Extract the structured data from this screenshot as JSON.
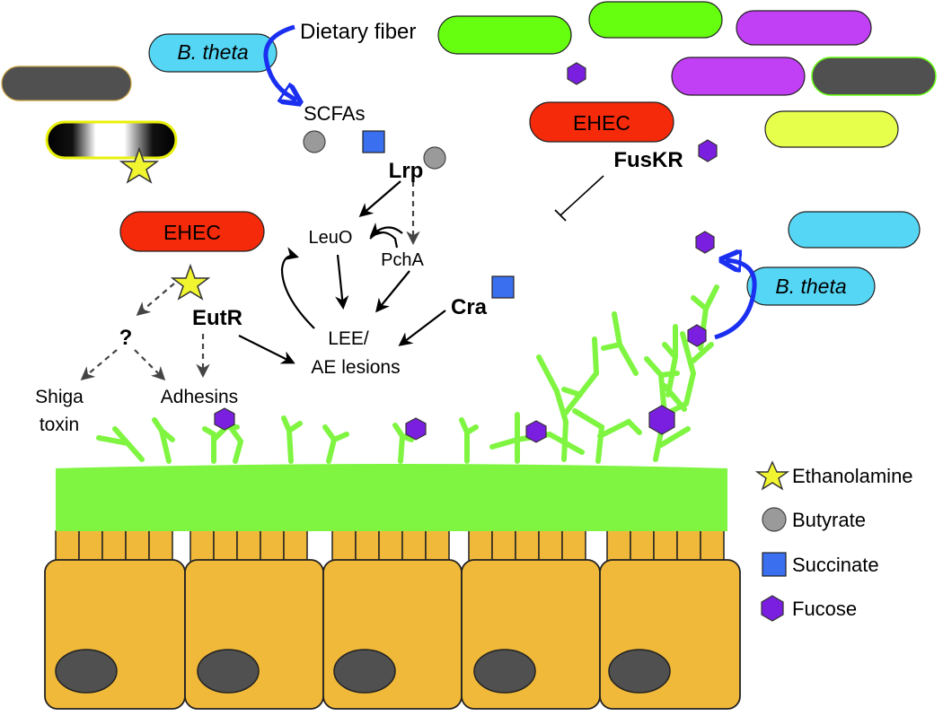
{
  "labels": {
    "dietary_fiber": "Dietary fiber",
    "b_theta_top": "B. theta",
    "scfas": "SCFAs",
    "lrp": "Lrp",
    "leuo": "LeuO",
    "pcha": "PchA",
    "ehec_left": "EHEC",
    "ehec_right": "EHEC",
    "fuskr": "FusKR",
    "b_theta_right": "B. theta",
    "cra": "Cra",
    "lee_line1": "LEE/",
    "lee_line2": "AE lesions",
    "eutr": "EutR",
    "question": "?",
    "shiga_line1": "Shiga",
    "shiga_line2": "toxin",
    "adhesins": "Adhesins"
  },
  "legend": [
    {
      "label": "Ethanolamine",
      "icon": "star-icon",
      "color": "#f0f530"
    },
    {
      "label": "Butyrate",
      "icon": "circle-icon",
      "color": "#9a9a9a"
    },
    {
      "label": "Succinate",
      "icon": "square-icon",
      "color": "#3a6ff0"
    },
    {
      "label": "Fucose",
      "icon": "hexagon-icon",
      "color": "#7a1fe0"
    }
  ],
  "colors": {
    "ehec": "#f52a0a",
    "b_theta": "#55d6f5",
    "mucus": "#7ff541",
    "epithelium": "#f0b93a",
    "nucleus": "#505050",
    "fucose": "#7a1fe0",
    "succinate": "#3a6ff0",
    "butyrate": "#9a9a9a",
    "ethanolamine": "#f0f530",
    "microbe_green": "#66ff10",
    "microbe_magenta": "#c13ff5",
    "microbe_yellow": "#e6ff4a",
    "microbe_gray": "#505050",
    "arrow_blue": "#1a2ff0"
  }
}
